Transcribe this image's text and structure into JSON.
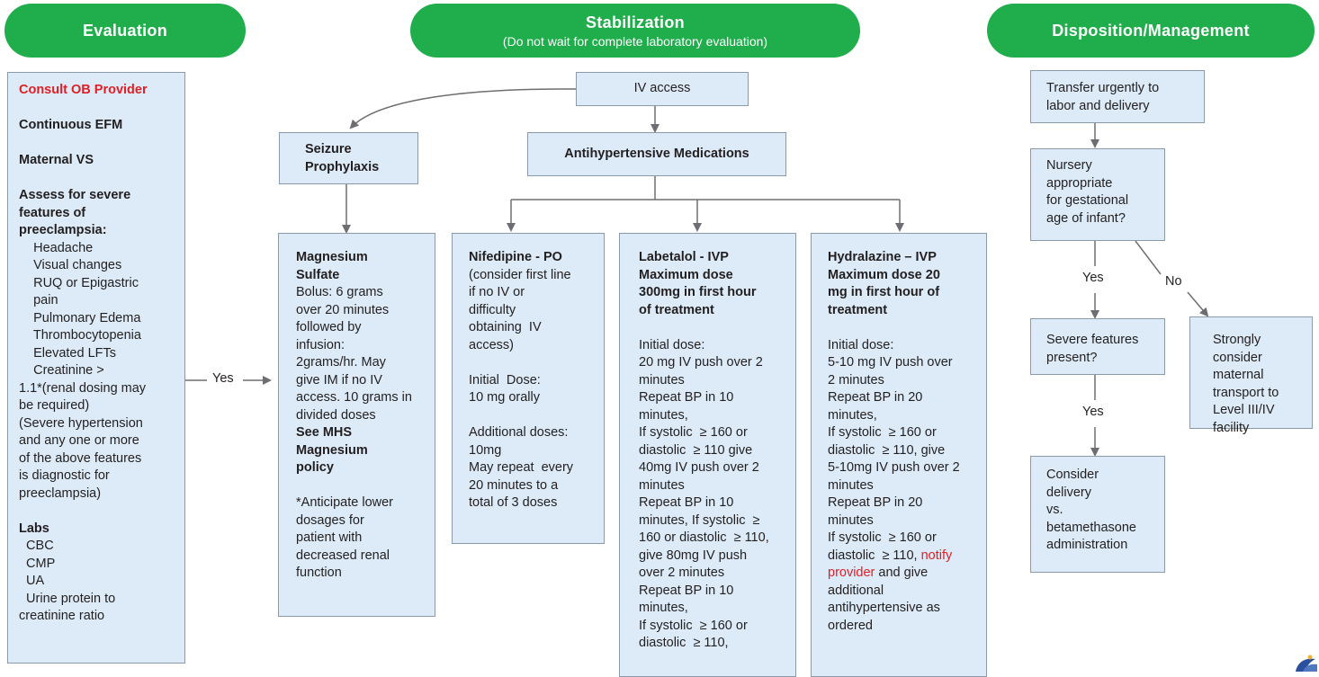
{
  "headers": {
    "evaluation": "Evaluation",
    "stabilization": "Stabilization",
    "stabilization_sub": "(Do not wait for complete laboratory evaluation)",
    "disposition": "Disposition/Management"
  },
  "evaluation_box": {
    "consult": "Consult OB Provider",
    "efm": "Continuous EFM",
    "vs": "Maternal VS",
    "assess": [
      "Assess for severe",
      "features of",
      "preeclampsia:"
    ],
    "features": [
      "    Headache",
      "    Visual changes",
      "    RUQ or Epigastric",
      "    pain",
      "    Pulmonary Edema",
      "    Thrombocytopenia",
      "    Elevated LFTs",
      "    Creatinine >"
    ],
    "criteria": [
      "1.1*(renal dosing may",
      "be required)",
      "(Severe hypertension",
      "and any one or more",
      "of the above features",
      "is diagnostic for",
      "preeclampsia)"
    ],
    "labs_title": "Labs",
    "labs": [
      "  CBC",
      "  CMP",
      "  UA",
      "  Urine protein to",
      "creatinine ratio"
    ]
  },
  "yes_label": "Yes",
  "iv_access": "IV access",
  "seizure_prophylaxis": [
    "Seizure",
    "Prophylaxis"
  ],
  "antihypertensive": "Antihypertensive Medications",
  "magnesium": {
    "title": [
      "Magnesium",
      "Sulfate"
    ],
    "body": [
      "Bolus: 6 grams",
      "over 20 minutes",
      "followed by",
      "infusion:",
      "2grams/hr. May",
      "give IM if no IV",
      "access. 10 grams in",
      "divided doses"
    ],
    "see": [
      "See MHS",
      "Magnesium",
      "policy"
    ],
    "note": [
      "*Anticipate lower",
      "dosages for",
      "patient with",
      "decreased renal",
      "function"
    ]
  },
  "nifedipine": {
    "title": "Nifedipine - PO",
    "body": [
      "(consider first line",
      "if no IV or",
      "difficulty",
      "obtaining  IV",
      "access)",
      "",
      "Initial  Dose:",
      "10 mg orally",
      "",
      "Additional doses:",
      "10mg",
      "May repeat  every",
      "20 minutes to a",
      "total of 3 doses"
    ]
  },
  "labetalol": {
    "title": [
      "Labetalol - IVP",
      "Maximum dose",
      "300mg in first hour",
      "of treatment"
    ],
    "body": [
      "Initial dose:",
      "20 mg IV push over 2",
      "minutes",
      "Repeat BP in 10",
      "minutes,",
      "If systolic  ≥ 160 or",
      "diastolic  ≥ 110 give",
      "40mg IV push over 2",
      "minutes",
      "Repeat BP in 10",
      "minutes, If systolic  ≥",
      "160 or diastolic  ≥ 110,",
      "give 80mg IV push",
      "over 2 minutes",
      "Repeat BP in 10",
      "minutes,",
      "If systolic  ≥ 160 or",
      "diastolic  ≥ 110,"
    ]
  },
  "hydralazine": {
    "title": [
      "Hydralazine – IVP",
      "Maximum dose 20",
      "mg in first hour of",
      "treatment"
    ],
    "body": [
      "Initial dose:",
      "5-10 mg IV push over",
      "2 minutes",
      "Repeat BP in 20",
      "minutes,",
      "If systolic  ≥ 160 or",
      "diastolic  ≥ 110, give",
      "5-10mg IV push over 2",
      "minutes",
      "Repeat BP in 20",
      "minutes",
      "If systolic  ≥ 160 or"
    ],
    "line_a": "diastolic  ≥ 110, ",
    "notify": "notify",
    "provider": "provider",
    "line_b": " and give",
    "tail": [
      "additional",
      "antihypertensive as",
      "ordered"
    ]
  },
  "transfer": [
    "Transfer urgently to",
    "labor and delivery"
  ],
  "nursery": [
    "Nursery",
    "appropriate",
    "for gestational",
    "age of infant?"
  ],
  "yes1": "Yes",
  "no1": "No",
  "severe_features": [
    "Severe features",
    "present?"
  ],
  "yes2": "Yes",
  "consider_delivery": [
    "Consider",
    "delivery",
    "vs.",
    "betamethasone",
    "administration"
  ],
  "strongly_consider": [
    "Strongly",
    "consider",
    "maternal",
    "transport to",
    "Level III/IV",
    "facility"
  ],
  "colors": {
    "header_green": "#1fae4b",
    "box_fill": "#dcebf7",
    "red": "#e21e25",
    "arrow": "#6d6e71"
  }
}
